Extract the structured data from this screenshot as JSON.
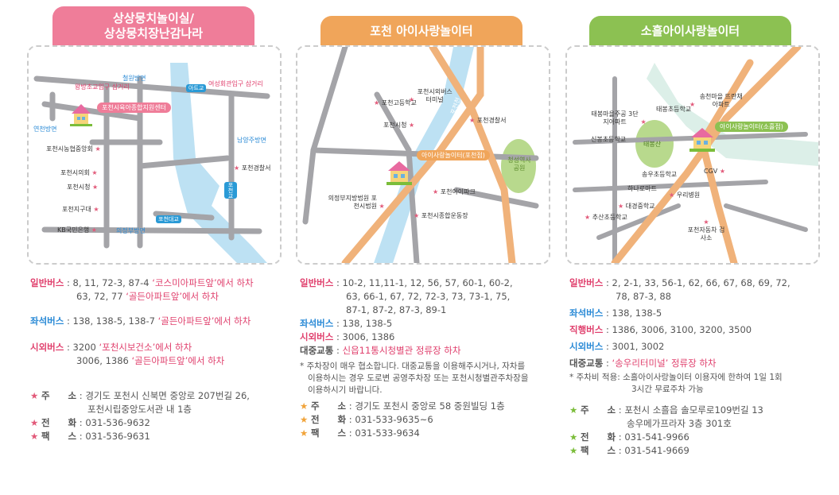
{
  "col1": {
    "title_l1": "상상뭉치놀이실/",
    "title_l2": "상상뭉치장난감나라",
    "color": "#ef7d99",
    "map": {
      "labels": [
        "왕방초교입구 삼거리",
        "여성회관입구 삼거리",
        "포천시농협중앙회",
        "포천시의회",
        "포천시청",
        "포천지구대",
        "KB국민은행",
        "포천경찰서"
      ],
      "directions": [
        "철원방면",
        "연천방면",
        "남양주방면",
        "의정부방면"
      ],
      "roads": [
        "아트교",
        "포천대교",
        "포천교"
      ],
      "center": "포천시육아종합지원센터"
    },
    "info": {
      "general_label": "일반버스",
      "general_l1_a": "8, 11, 72-3, 87-4 ",
      "general_l1_b": "‘코스미아파트앞’에서 하차",
      "general_l2_a": "63, 72, 77 ",
      "general_l2_b": "‘골든아파트앞’에서 하차",
      "seat_label": "좌석버스",
      "seat_a": "138, 138-5, 138-7 ",
      "seat_b": "‘골든아파트앞’에서 하차",
      "outer_label": "시외버스",
      "outer_l1_a": "3200 ",
      "outer_l1_b": "‘포천시보건소’에서 하차",
      "outer_l2_a": "3006, 1386 ",
      "outer_l2_b": "‘골든아파트앞’에서 하차",
      "addr_label": "주　　소",
      "addr_l1": "경기도 포천시 신북면 중앙로 207번길 26,",
      "addr_l2": "포천시립중앙도서관 내 1층",
      "tel_label": "전　　화",
      "tel": "031-536-9632",
      "fax_label": "팩　　스",
      "fax": "031-536-9631"
    }
  },
  "col2": {
    "title": "포천 아이사랑놀이터",
    "color": "#f0a55a",
    "map": {
      "labels": [
        "포천시외버스 터미널",
        "포천고등학교",
        "포천시청",
        "포천경찰서",
        "포천아이파크",
        "의정부지방법원 포천시법원",
        "포천시종합운동장",
        "청성역사 공원"
      ],
      "river": "포천천",
      "center": "아이사랑놀이터(포천점)"
    },
    "info": {
      "general_label": "일반버스",
      "general_l1": "10-2, 11,11-1, 12, 56, 57, 60-1, 60-2,",
      "general_l2": "63, 66-1, 67, 72, 72-3, 73, 73-1, 75,",
      "general_l3": "87-1, 87-2, 87-3, 89-1",
      "seat_label": "좌석버스",
      "seat": "138, 138-5",
      "outer_label": "시외버스",
      "outer": "3006, 1386",
      "public_label": "대중교통",
      "public": "신읍11통시청별관 정류장 하차",
      "note_l1": "* 주차장이 매우 협소합니다. 대중교통을 이용해주시거나, 자차를",
      "note_l2": "이용하시는 경우 도로변 공영주차장 또는 포천시청별관주차장을",
      "note_l3": "이용하시기 바랍니다.",
      "addr_label": "주　　소",
      "addr": "경기도 포천시 중앙로 58 중원빌딩 1층",
      "tel_label": "전　　화",
      "tel": "031-533-9635~6",
      "fax_label": "팩　　스",
      "fax": "031-533-9634"
    }
  },
  "col3": {
    "title": "소흘아이사랑놀이터",
    "color": "#8cc152",
    "map": {
      "labels": [
        "송천마을 뜨란채아파트",
        "태봉초등학교",
        "태봉마을주공 3단지아파트",
        "신봉초등학교",
        "송우초등학교",
        "하나로마트",
        "CGV",
        "우리병원",
        "대경중학교",
        "추산초등학교",
        "포천자동차 검사소"
      ],
      "mountain": "태봉산",
      "center": "아이사랑놀이터(소흘점)"
    },
    "info": {
      "general_label": "일반버스",
      "general_l1": "2, 2-1, 33, 56-1, 62, 66, 67, 68, 69, 72,",
      "general_l2": "78, 87-3, 88",
      "seat_label": "좌석버스",
      "seat": "138, 138-5",
      "direct_label": "직행버스",
      "direct": "1386, 3006, 3100, 3200, 3500",
      "outer_label": "시외버스",
      "outer": "3001, 3002",
      "public_label": "대중교통",
      "public": "‘송우리터미널’ 정류장 하차",
      "note_l1": "* 주차비 적용: 소흘아이사랑놀이터 이용자에 한하여 1일 1회",
      "note_l2": "3시간 무료주차 가능",
      "addr_label": "주　　소",
      "addr_l1": "포천시 소흘읍 솔모루로109번길 13",
      "addr_l2": "송우메가프라자 3층 301호",
      "tel_label": "전　　화",
      "tel": "031-541-9966",
      "fax_label": "팩　　스",
      "fax": "031-541-9669"
    }
  }
}
